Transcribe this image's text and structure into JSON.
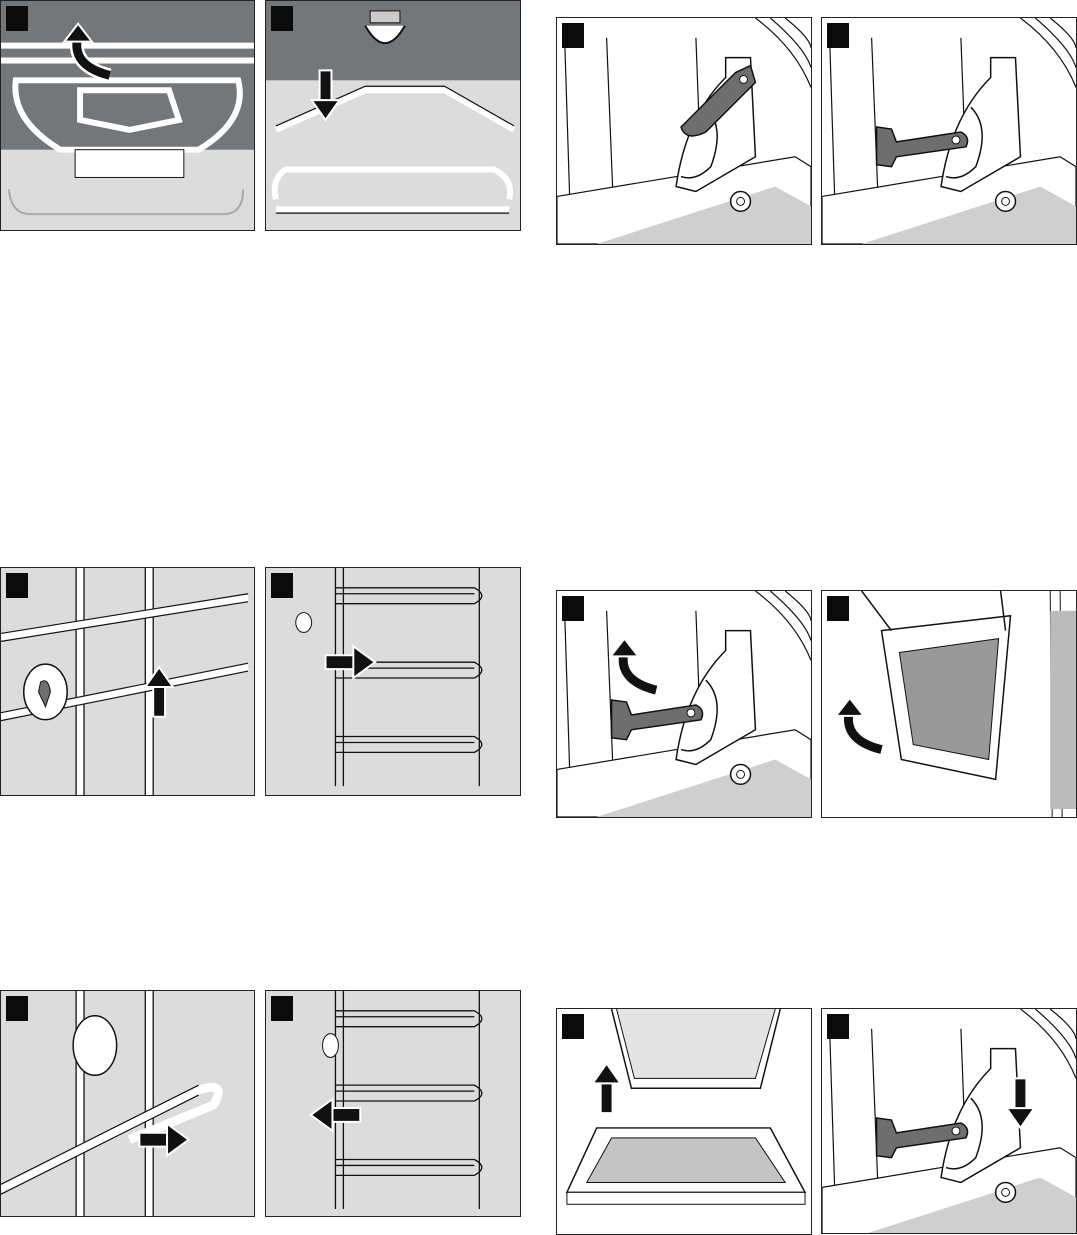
{
  "colors": {
    "panel_gray": "#dcdcdc",
    "dark_gray": "#737779",
    "part_gray": "#6e6e6e",
    "line": "#111111",
    "white": "#ffffff",
    "marker": "#0b0b0b"
  },
  "panels": [
    {
      "name": "step-unhook-rack-clip",
      "bg": "gray",
      "arrow": "curved-up-arrow"
    },
    {
      "name": "step-hook-rack-clip",
      "bg": "gray",
      "arrow": "down-arrow"
    },
    {
      "name": "step-open-hinge-lever",
      "bg": "white",
      "arrow": ""
    },
    {
      "name": "step-hinge-lever-open",
      "bg": "white",
      "arrow": ""
    },
    {
      "name": "step-lift-rail",
      "bg": "gray",
      "arrow": "up-arrow"
    },
    {
      "name": "step-pull-rail-out",
      "bg": "gray",
      "arrow": "right-arrow"
    },
    {
      "name": "step-close-hinge-lever",
      "bg": "white",
      "arrow": "curved-down-arrow"
    },
    {
      "name": "step-remove-door",
      "bg": "white",
      "arrow": "curved-up-arrow"
    },
    {
      "name": "step-insert-rail",
      "bg": "gray",
      "arrow": "right-arrow"
    },
    {
      "name": "step-push-rail-in",
      "bg": "gray",
      "arrow": "left-arrow"
    },
    {
      "name": "step-attach-door",
      "bg": "white",
      "arrow": "up-arrow"
    },
    {
      "name": "step-lock-hinge",
      "bg": "white",
      "arrow": "down-arrow"
    }
  ]
}
